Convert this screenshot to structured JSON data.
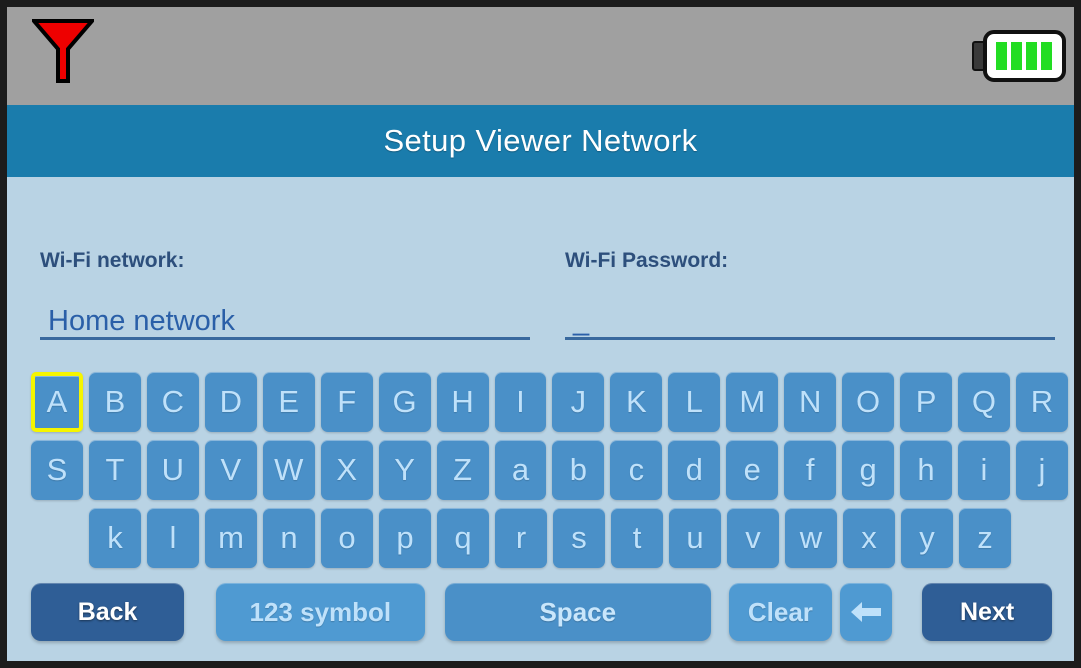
{
  "statusbar": {
    "signal_icon": "antenna-funnel-icon",
    "signal_color": "#ee0000",
    "battery_icon": "battery-full-icon",
    "battery_bars": 4,
    "battery_color": "#22dd22",
    "background_color": "#a0a0a0"
  },
  "titlebar": {
    "title": "Setup Viewer Network",
    "background_color": "#1a7cac",
    "text_color": "#ffffff"
  },
  "form": {
    "network": {
      "label": "Wi-Fi network:",
      "value": "Home network",
      "placeholder": ""
    },
    "password": {
      "label": "Wi-Fi Password:",
      "value": "_",
      "placeholder": ""
    }
  },
  "keyboard": {
    "selected_key": "A",
    "selection_color": "#f5f500",
    "key_color": "#4a90c8",
    "key_text_color": "#bfe1fa",
    "rows": [
      [
        "A",
        "B",
        "C",
        "D",
        "E",
        "F",
        "G",
        "H",
        "I",
        "J",
        "K",
        "L",
        "M",
        "N",
        "O",
        "P",
        "Q",
        "R"
      ],
      [
        "S",
        "T",
        "U",
        "V",
        "W",
        "X",
        "Y",
        "Z",
        "a",
        "b",
        "c",
        "d",
        "e",
        "f",
        "g",
        "h",
        "i",
        "j"
      ],
      [
        "k",
        "l",
        "m",
        "n",
        "o",
        "p",
        "q",
        "r",
        "s",
        "t",
        "u",
        "v",
        "w",
        "x",
        "y",
        "z"
      ]
    ]
  },
  "buttons": {
    "back": "Back",
    "symbol": "123 symbol",
    "space": "Space",
    "clear": "Clear",
    "backspace_icon": "backspace-arrow-icon",
    "next": "Next"
  },
  "colors": {
    "content_background": "#b9d3e4",
    "accent_dark": "#2f5e96",
    "accent_light": "#4f9ad2",
    "label_text": "#2d4f7c",
    "value_text": "#2a5fa8"
  }
}
